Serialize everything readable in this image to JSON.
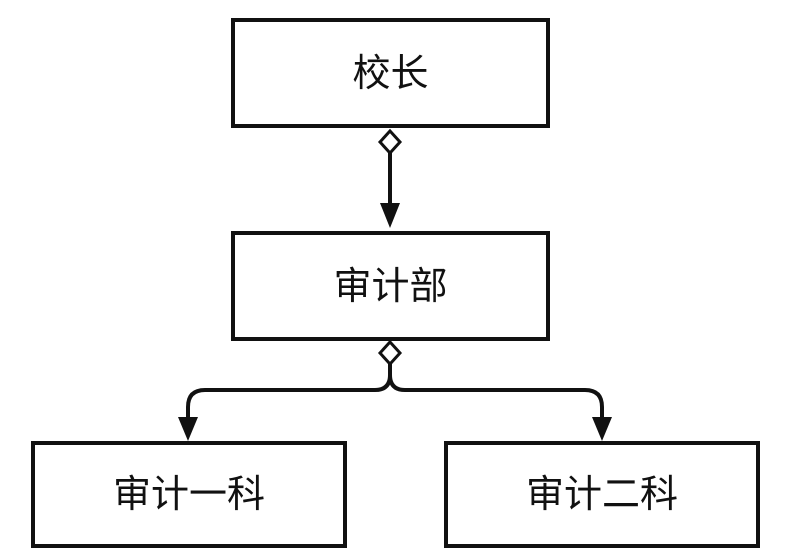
{
  "diagram": {
    "nodes": {
      "principal": {
        "label": "校长"
      },
      "audit_dept": {
        "label": "审计部"
      },
      "audit_section_1": {
        "label": "审计一科"
      },
      "audit_section_2": {
        "label": "审计二科"
      }
    }
  }
}
